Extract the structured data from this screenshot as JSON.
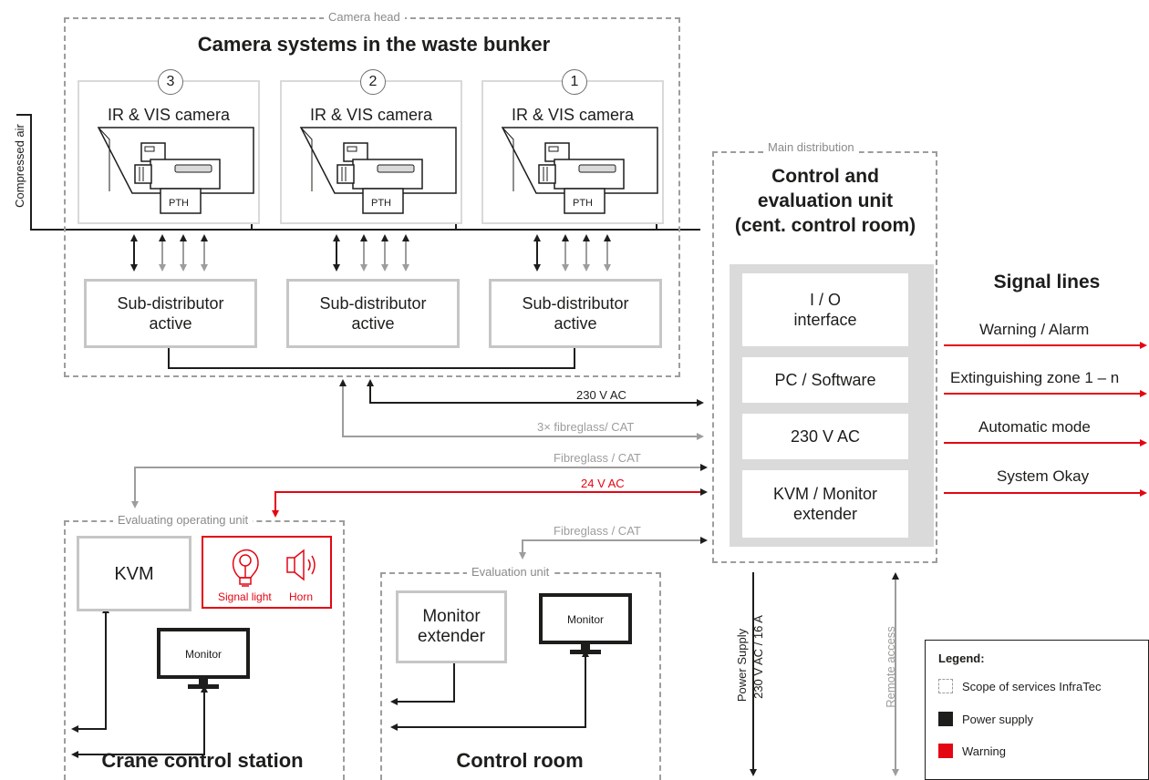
{
  "camera_head": {
    "tag": "Camera head",
    "title": "Camera systems in the waste bunker",
    "cameras": [
      {
        "number": "3",
        "label": "IR & VIS camera",
        "pth": "PTH"
      },
      {
        "number": "2",
        "label": "IR & VIS camera",
        "pth": "PTH"
      },
      {
        "number": "1",
        "label": "IR & VIS camera",
        "pth": "PTH"
      }
    ],
    "sub_distributors": [
      {
        "line1": "Sub-distributor",
        "line2": "active"
      },
      {
        "line1": "Sub-distributor",
        "line2": "active"
      },
      {
        "line1": "Sub-distributor",
        "line2": "active"
      }
    ],
    "compressed_air": "Compressed air"
  },
  "main_distribution": {
    "tag": "Main distribution",
    "title_lines": [
      "Control and",
      "evaluation unit",
      "(cent. control room)"
    ],
    "units": [
      {
        "line1": "I / O",
        "line2": "interface"
      },
      {
        "line1": "PC / Software",
        "line2": ""
      },
      {
        "line1": "230 V AC",
        "line2": ""
      },
      {
        "line1": "KVM / Monitor",
        "line2": "extender"
      }
    ]
  },
  "connections": {
    "power_230": "230 V AC",
    "fibre_3x": "3× fibreglass/ CAT",
    "fibre_cat_1": "Fibreglass / CAT",
    "ac_24": "24 V AC",
    "fibre_cat_2": "Fibreglass / CAT",
    "power_supply": "Power Supply",
    "power_supply_rating": "230 V AC / 16 A",
    "remote_access": "Remote access"
  },
  "signal_lines": {
    "title": "Signal lines",
    "items": [
      "Warning / Alarm",
      "Extinguishing zone 1 – n",
      "Automatic mode",
      "System Okay"
    ]
  },
  "crane_station": {
    "tag": "Evaluating operating unit",
    "kvm": "KVM",
    "signal_light": "Signal light",
    "horn": "Horn",
    "monitor": "Monitor",
    "title": "Crane control station"
  },
  "control_room": {
    "tag": "Evaluation unit",
    "extender_line1": "Monitor",
    "extender_line2": "extender",
    "monitor": "Monitor",
    "title": "Control room"
  },
  "legend": {
    "title": "Legend:",
    "items": [
      {
        "label": "Scope of services InfraTec",
        "color": "#9d9d9c"
      },
      {
        "label": "Power supply",
        "color": "#1d1d1b"
      },
      {
        "label": "Warning",
        "color": "#e30613"
      }
    ]
  },
  "colors": {
    "power": "#1d1d1b",
    "signal": "#9d9d9c",
    "warning": "#e30613"
  }
}
